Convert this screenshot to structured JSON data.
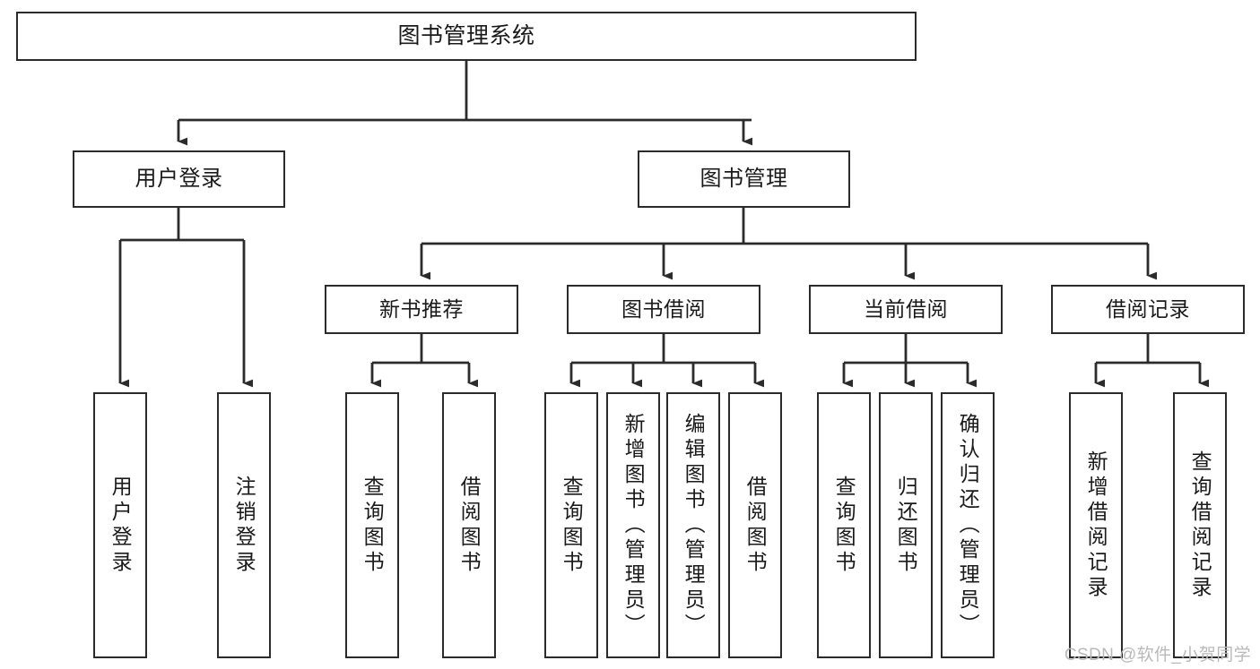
{
  "diagram": {
    "kind": "tree-hierarchy",
    "title": "图书管理系统",
    "watermark": "CSDN @软件_小贺同学",
    "style": {
      "background": "#ffffff",
      "box_fill": "#ffffff",
      "box_stroke": "#2b2b2b",
      "connector_stroke": "#2b2b2b",
      "text_color": "#1a1a1a",
      "watermark_color": "#b9b9b9"
    },
    "nodes": {
      "root": {
        "label": "图书管理系统"
      },
      "level2": [
        {
          "id": "user-login",
          "label": "用户登录"
        },
        {
          "id": "book-manage",
          "label": "图书管理"
        }
      ],
      "level3": [
        {
          "id": "new-book-rec",
          "label": "新书推荐"
        },
        {
          "id": "book-borrow",
          "label": "图书借阅"
        },
        {
          "id": "current-borrow",
          "label": "当前借阅"
        },
        {
          "id": "borrow-record",
          "label": "借阅记录"
        }
      ],
      "leaves": {
        "user-login": [
          {
            "id": "leaf-user-login",
            "label": "用户登录"
          },
          {
            "id": "leaf-logout",
            "label": "注销登录"
          }
        ],
        "new-book-rec": [
          {
            "id": "leaf-query-book-1",
            "label": "查询图书"
          },
          {
            "id": "leaf-borrow-book-1",
            "label": "借阅图书"
          }
        ],
        "book-borrow": [
          {
            "id": "leaf-query-book-2",
            "label": "查询图书"
          },
          {
            "id": "leaf-add-book",
            "label": "新增图书（管理员）"
          },
          {
            "id": "leaf-edit-book",
            "label": "编辑图书（管理员）"
          },
          {
            "id": "leaf-borrow-book-2",
            "label": "借阅图书"
          }
        ],
        "current-borrow": [
          {
            "id": "leaf-query-book-3",
            "label": "查询图书"
          },
          {
            "id": "leaf-return-book",
            "label": "归还图书"
          },
          {
            "id": "leaf-confirm-return",
            "label": "确认归还（管理员）"
          }
        ],
        "borrow-record": [
          {
            "id": "leaf-add-record",
            "label": "新增借阅记录"
          },
          {
            "id": "leaf-query-record",
            "label": "查询借阅记录"
          }
        ]
      }
    }
  }
}
